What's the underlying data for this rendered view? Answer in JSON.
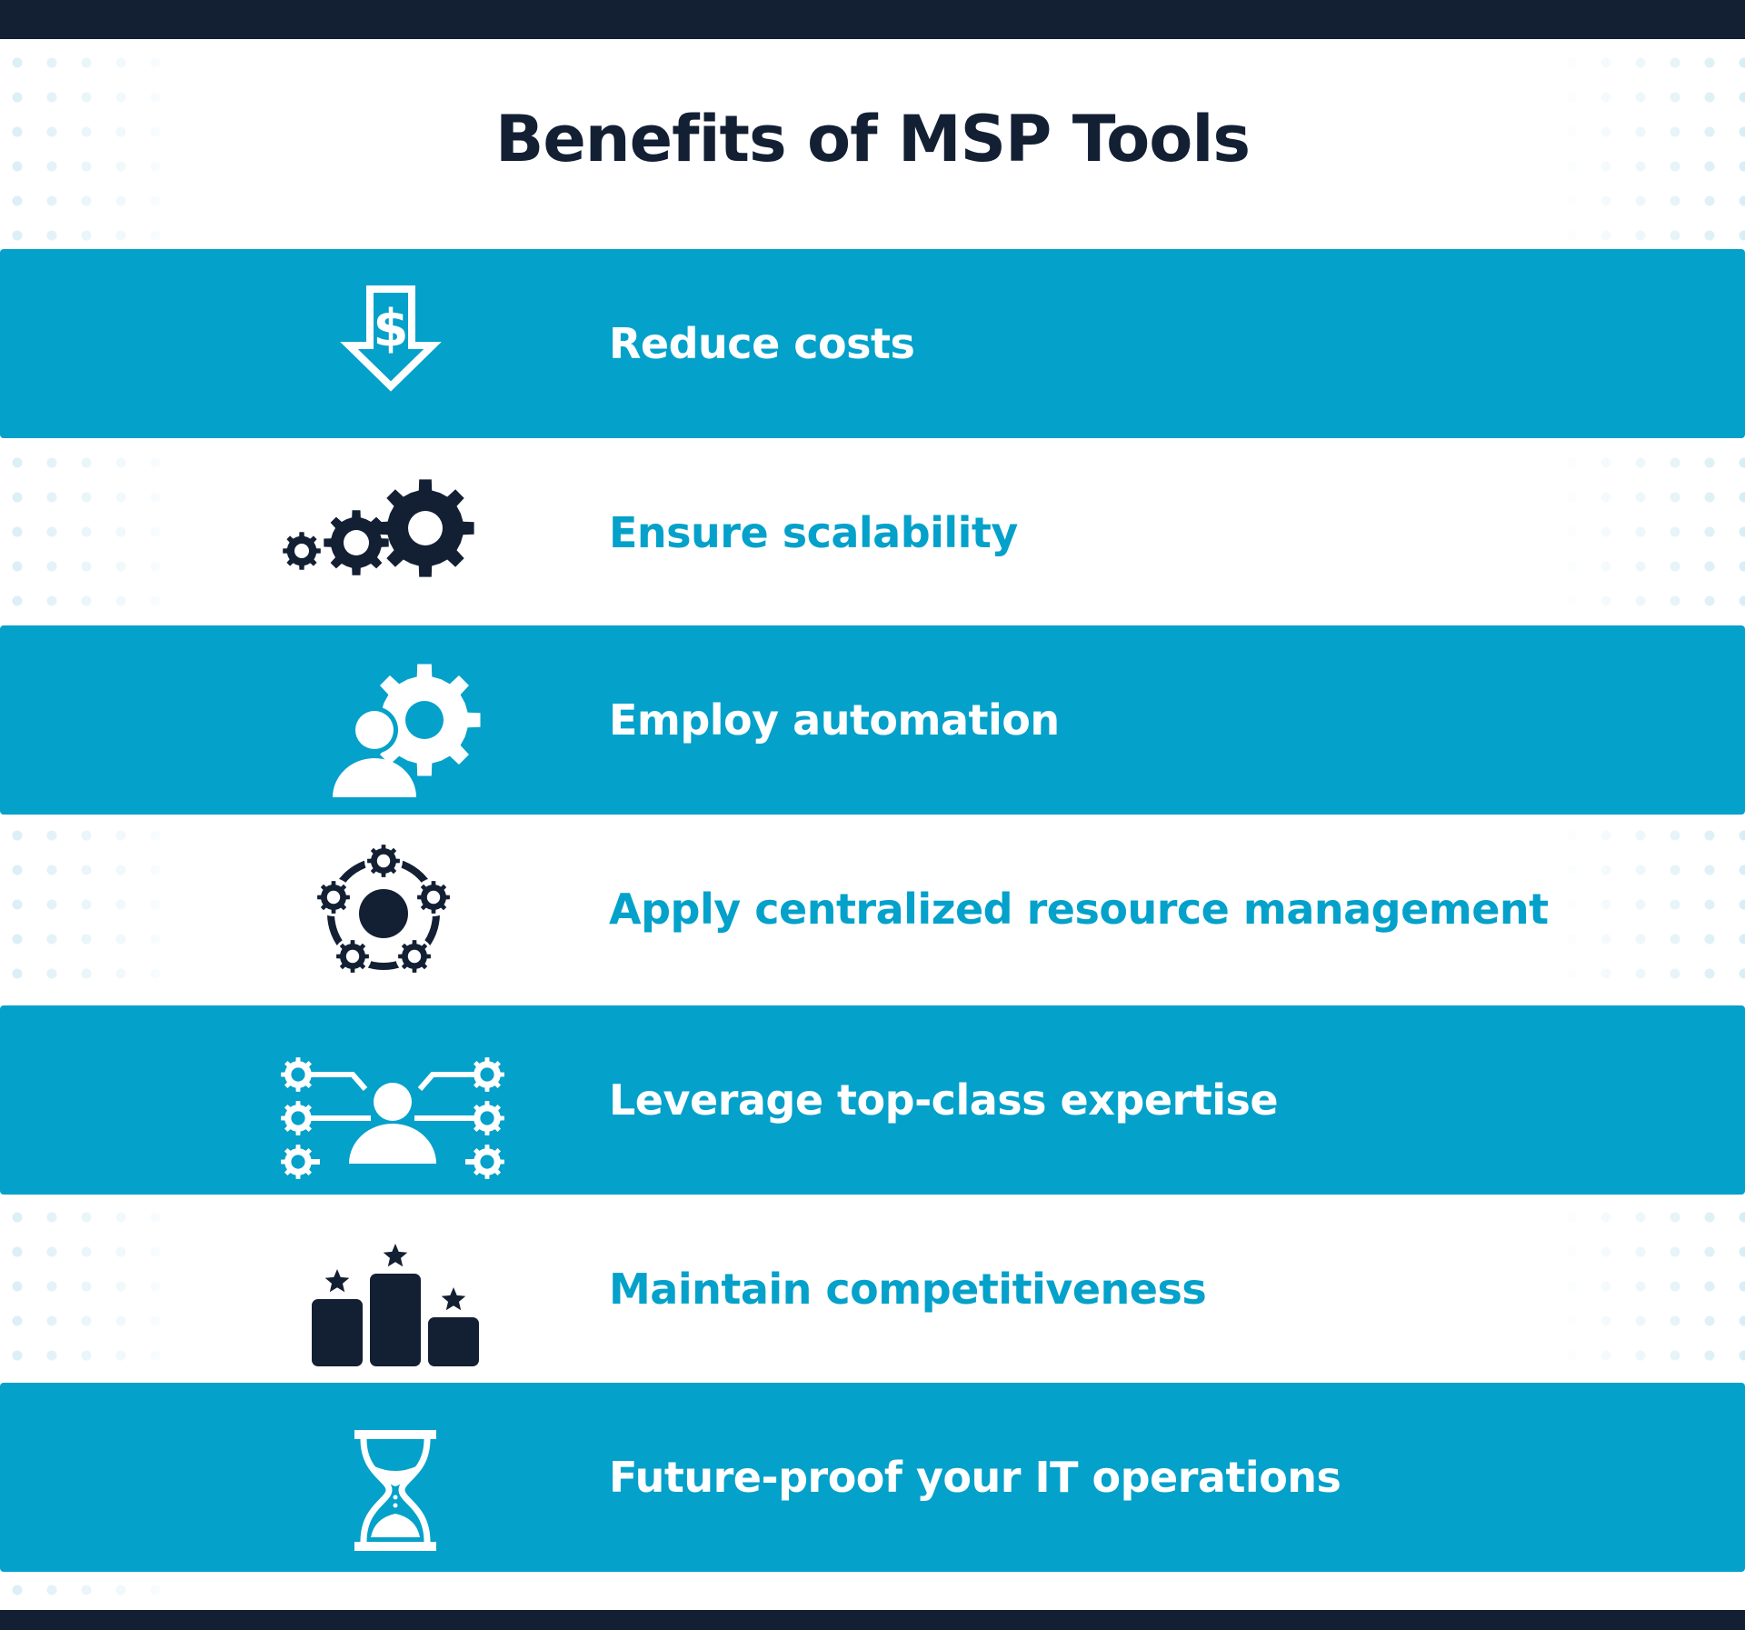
{
  "title": "Benefits of MSP Tools",
  "colors": {
    "navy": "#132034",
    "accent": "#04a1ca"
  },
  "items": [
    {
      "label": "Reduce costs",
      "icon": "dollar-down-arrow-icon"
    },
    {
      "label": "Ensure scalability",
      "icon": "gears-icon"
    },
    {
      "label": "Employ automation",
      "icon": "person-gear-icon"
    },
    {
      "label": "Apply centralized resource management",
      "icon": "central-hub-gears-icon"
    },
    {
      "label": "Leverage top-class expertise",
      "icon": "expert-network-icon"
    },
    {
      "label": "Maintain competitiveness",
      "icon": "podium-stars-icon"
    },
    {
      "label": "Future-proof your IT operations",
      "icon": "hourglass-icon"
    }
  ]
}
